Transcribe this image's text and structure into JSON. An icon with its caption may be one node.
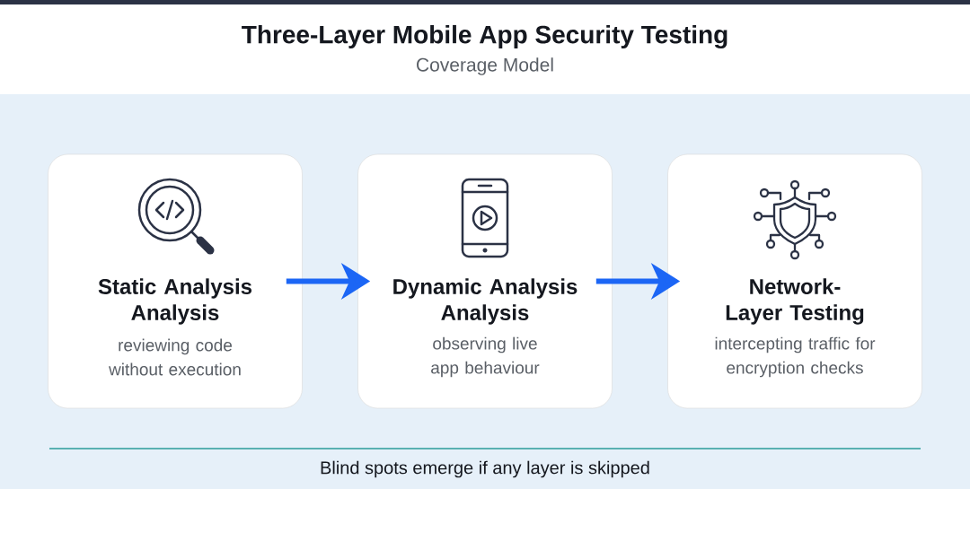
{
  "diagram": {
    "title": "Three-Layer Mobile App Security Testing",
    "nodes": [
      {
        "text": [
          "Static Analysis Analysis",
          "reviewing code without execution"
        ]
      },
      {
        "text": [
          "Dynamic Analysis Analysis",
          "observing live app behaviour"
        ]
      },
      {
        "text": [
          "Network-Layer Testing",
          "intercepting traffic for encryption checks"
        ]
      }
    ],
    "edges": [
      {
        "from": 0,
        "to": 1,
        "arrow": "to"
      },
      {
        "from": 1,
        "to": 2,
        "arrow": "to"
      }
    ],
    "labels": [
      "Coverage Model",
      "Blind spots emerge if any layer is skipped"
    ]
  }
}
